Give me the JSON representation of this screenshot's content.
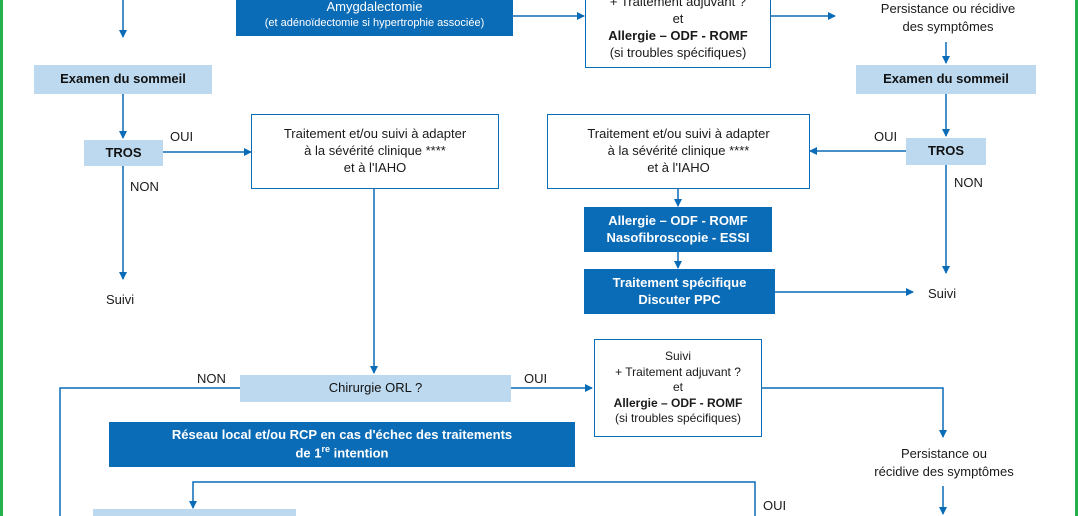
{
  "nodes": {
    "amygdalectomie_title": "Amygdalectomie",
    "amygdalectomie_sub": "(et adénoïdectomie si hypertrophie associée)",
    "top_mid_l1": "+ Traitement adjuvant ?",
    "top_mid_l2": "et",
    "top_mid_l3": "Allergie – ODF - ROMF",
    "top_mid_l4": "(si troubles spécifiques)",
    "persist_top_l1": "Persistance ou récidive",
    "persist_top_l2": "des symptômes",
    "exam_left": "Examen du sommeil",
    "exam_right": "Examen du sommeil",
    "tros_left": "TROS",
    "tros_right": "TROS",
    "oui_left": "OUI",
    "non_left": "NON",
    "oui_right": "OUI",
    "non_right": "NON",
    "trait_left_l1": "Traitement et/ou suivi à adapter",
    "trait_left_l2": "à la sévérité clinique ****",
    "trait_left_l3": "et à l'IAHO",
    "trait_right_l1": "Traitement et/ou suivi à adapter",
    "trait_right_l2": "à la sévérité clinique ****",
    "trait_right_l3": "et à l'IAHO",
    "allergie_l1": "Allergie – ODF - ROMF",
    "allergie_l2": "Nasofibroscopie - ESSI",
    "specifique_l1": "Traitement spécifique",
    "specifique_l2": "Discuter PPC",
    "suivi_left": "Suivi",
    "suivi_right": "Suivi",
    "chirurgie": "Chirurgie ORL ?",
    "non_chir": "NON",
    "oui_chir": "OUI",
    "suivi_box_l1": "Suivi",
    "suivi_box_l2": "+ Traitement adjuvant ?",
    "suivi_box_l3": "et",
    "suivi_box_l4": "Allergie – ODF - ROMF",
    "suivi_box_l5": "(si troubles spécifiques)",
    "reseau_l1": "Réseau local et/ou RCP en cas d'échec des traitements",
    "reseau_l2_pre": "de 1",
    "reseau_l2_sup": "re",
    "reseau_l2_post": " intention",
    "persist_bottom_l1": "Persistance ou",
    "persist_bottom_l2": "récidive des symptômes",
    "oui_bottom": "OUI"
  },
  "colors": {
    "arrow": "#0a6bb7",
    "dark_box": "#0a6bb7",
    "light_box": "#bcd9ef",
    "frame": "#22b14c"
  }
}
